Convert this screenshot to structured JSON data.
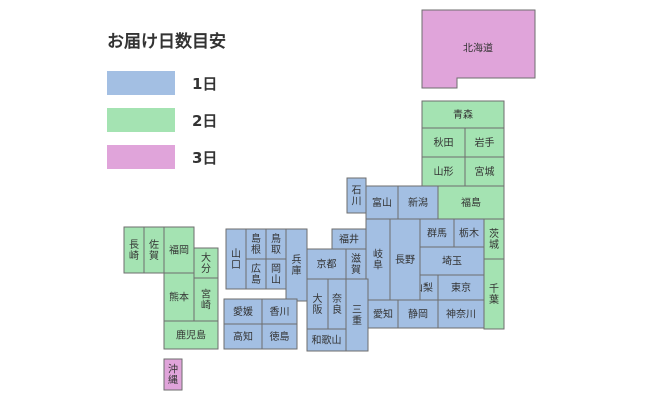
{
  "legend": {
    "title": "お届け日数目安",
    "items": [
      {
        "key": "1",
        "label": "1日",
        "color": "#a3bfe3"
      },
      {
        "key": "2",
        "label": "2日",
        "color": "#a4e3b2"
      },
      {
        "key": "3",
        "label": "3日",
        "color": "#e0a4da"
      }
    ]
  },
  "border_color": "#6e6e6e",
  "prefectures": [
    {
      "id": "hokkaido",
      "name": "北海道",
      "days": "3"
    },
    {
      "id": "aomori",
      "name": "青森",
      "days": "2"
    },
    {
      "id": "akita",
      "name": "秋田",
      "days": "2"
    },
    {
      "id": "iwate",
      "name": "岩手",
      "days": "2"
    },
    {
      "id": "yamagata",
      "name": "山形",
      "days": "2"
    },
    {
      "id": "miyagi",
      "name": "宮城",
      "days": "2"
    },
    {
      "id": "fukushima",
      "name": "福島",
      "days": "2"
    },
    {
      "id": "ibaraki",
      "name": "茨城",
      "days": "2"
    },
    {
      "id": "chiba",
      "name": "千葉",
      "days": "2"
    },
    {
      "id": "ishikawa",
      "name": "石川",
      "days": "1"
    },
    {
      "id": "toyama",
      "name": "富山",
      "days": "1"
    },
    {
      "id": "niigata",
      "name": "新潟",
      "days": "1"
    },
    {
      "id": "gunma",
      "name": "群馬",
      "days": "1"
    },
    {
      "id": "tochigi",
      "name": "栃木",
      "days": "1"
    },
    {
      "id": "saitama",
      "name": "埼玉",
      "days": "1"
    },
    {
      "id": "tokyo",
      "name": "東京",
      "days": "1"
    },
    {
      "id": "yamanashi",
      "name": "山梨",
      "days": "1"
    },
    {
      "id": "kanagawa",
      "name": "神奈川",
      "days": "1"
    },
    {
      "id": "shizuoka",
      "name": "静岡",
      "days": "1"
    },
    {
      "id": "aichi",
      "name": "愛知",
      "days": "1"
    },
    {
      "id": "nagano",
      "name": "長野",
      "days": "1"
    },
    {
      "id": "gifu",
      "name": "岐阜",
      "days": "1"
    },
    {
      "id": "fukui",
      "name": "福井",
      "days": "1"
    },
    {
      "id": "shiga",
      "name": "滋賀",
      "days": "1"
    },
    {
      "id": "kyoto",
      "name": "京都",
      "days": "1"
    },
    {
      "id": "mie",
      "name": "三重",
      "days": "1"
    },
    {
      "id": "nara",
      "name": "奈良",
      "days": "1"
    },
    {
      "id": "osaka",
      "name": "大阪",
      "days": "1"
    },
    {
      "id": "wakayama",
      "name": "和歌山",
      "days": "1"
    },
    {
      "id": "hyogo",
      "name": "兵庫",
      "days": "1"
    },
    {
      "id": "tottori",
      "name": "鳥取",
      "days": "1"
    },
    {
      "id": "okayama",
      "name": "岡山",
      "days": "1"
    },
    {
      "id": "shimane",
      "name": "島根",
      "days": "1"
    },
    {
      "id": "hiroshima",
      "name": "広島",
      "days": "1"
    },
    {
      "id": "yamaguchi",
      "name": "山口",
      "days": "1"
    },
    {
      "id": "ehime",
      "name": "愛媛",
      "days": "1"
    },
    {
      "id": "kagawa",
      "name": "香川",
      "days": "1"
    },
    {
      "id": "kochi",
      "name": "高知",
      "days": "1"
    },
    {
      "id": "tokushima",
      "name": "徳島",
      "days": "1"
    },
    {
      "id": "fukuoka",
      "name": "福岡",
      "days": "2"
    },
    {
      "id": "saga",
      "name": "佐賀",
      "days": "2"
    },
    {
      "id": "nagasaki",
      "name": "長崎",
      "days": "2"
    },
    {
      "id": "oita",
      "name": "大分",
      "days": "2"
    },
    {
      "id": "kumamoto",
      "name": "熊本",
      "days": "2"
    },
    {
      "id": "miyazaki",
      "name": "宮崎",
      "days": "2"
    },
    {
      "id": "kagoshima",
      "name": "鹿児島",
      "days": "2"
    },
    {
      "id": "okinawa",
      "name": "沖縄",
      "days": "3"
    }
  ]
}
